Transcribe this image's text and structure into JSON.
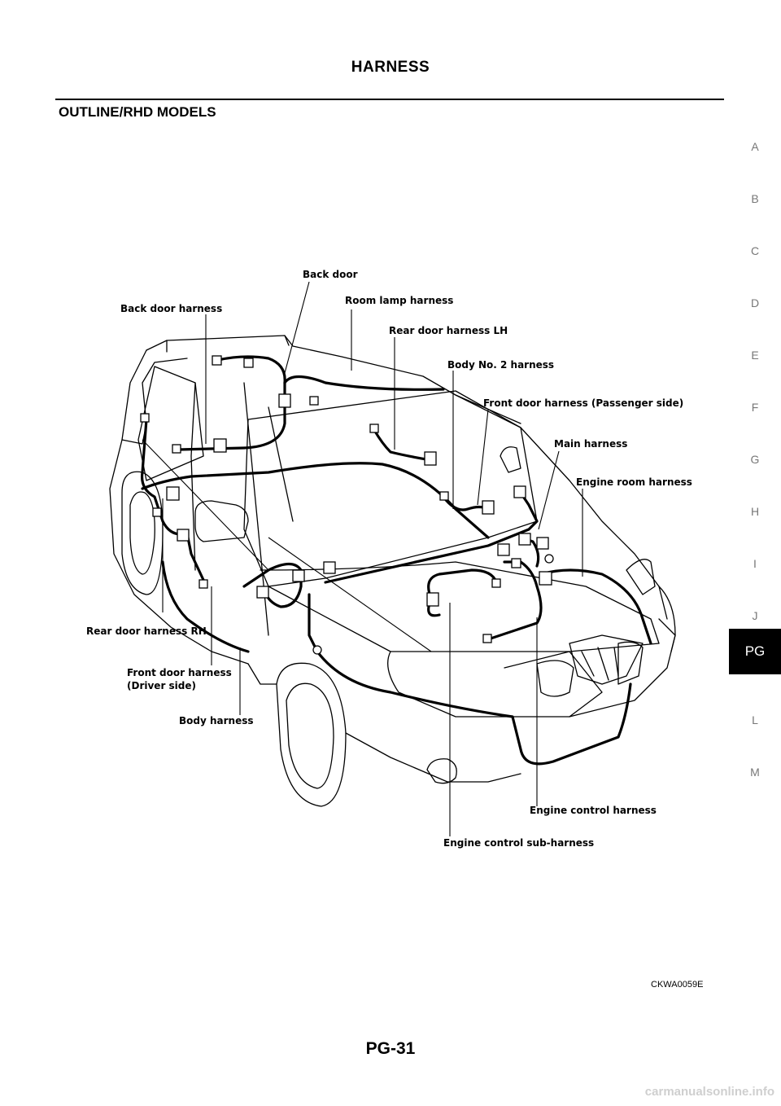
{
  "header": {
    "title": "HARNESS"
  },
  "section": {
    "title": "OUTLINE/RHD MODELS"
  },
  "side_tabs": [
    {
      "label": "A",
      "active": false
    },
    {
      "label": "B",
      "active": false
    },
    {
      "label": "C",
      "active": false
    },
    {
      "label": "D",
      "active": false
    },
    {
      "label": "E",
      "active": false
    },
    {
      "label": "F",
      "active": false
    },
    {
      "label": "G",
      "active": false
    },
    {
      "label": "H",
      "active": false
    },
    {
      "label": "I",
      "active": false
    },
    {
      "label": "J",
      "active": false
    },
    {
      "label": "PG",
      "active": true
    },
    {
      "label": "L",
      "active": false
    },
    {
      "label": "M",
      "active": false
    }
  ],
  "diagram": {
    "labels": {
      "back_door": "Back door",
      "back_door_harness": "Back door harness",
      "room_lamp_harness": "Room lamp harness",
      "rear_door_harness_lh": "Rear door harness LH",
      "body_no2_harness": "Body No. 2 harness",
      "front_door_harness_passenger": "Front door harness (Passenger side)",
      "main_harness": "Main harness",
      "engine_room_harness": "Engine room harness",
      "rear_door_harness_rh": "Rear door harness RH",
      "front_door_harness_driver_1": "Front door harness",
      "front_door_harness_driver_2": "(Driver side)",
      "body_harness": "Body harness",
      "engine_control_harness": "Engine control harness",
      "engine_control_sub_harness": "Engine control sub-harness"
    }
  },
  "figure_code": "CKWA0059E",
  "page_number": "PG-31",
  "watermark": "carmanualsonline.info"
}
